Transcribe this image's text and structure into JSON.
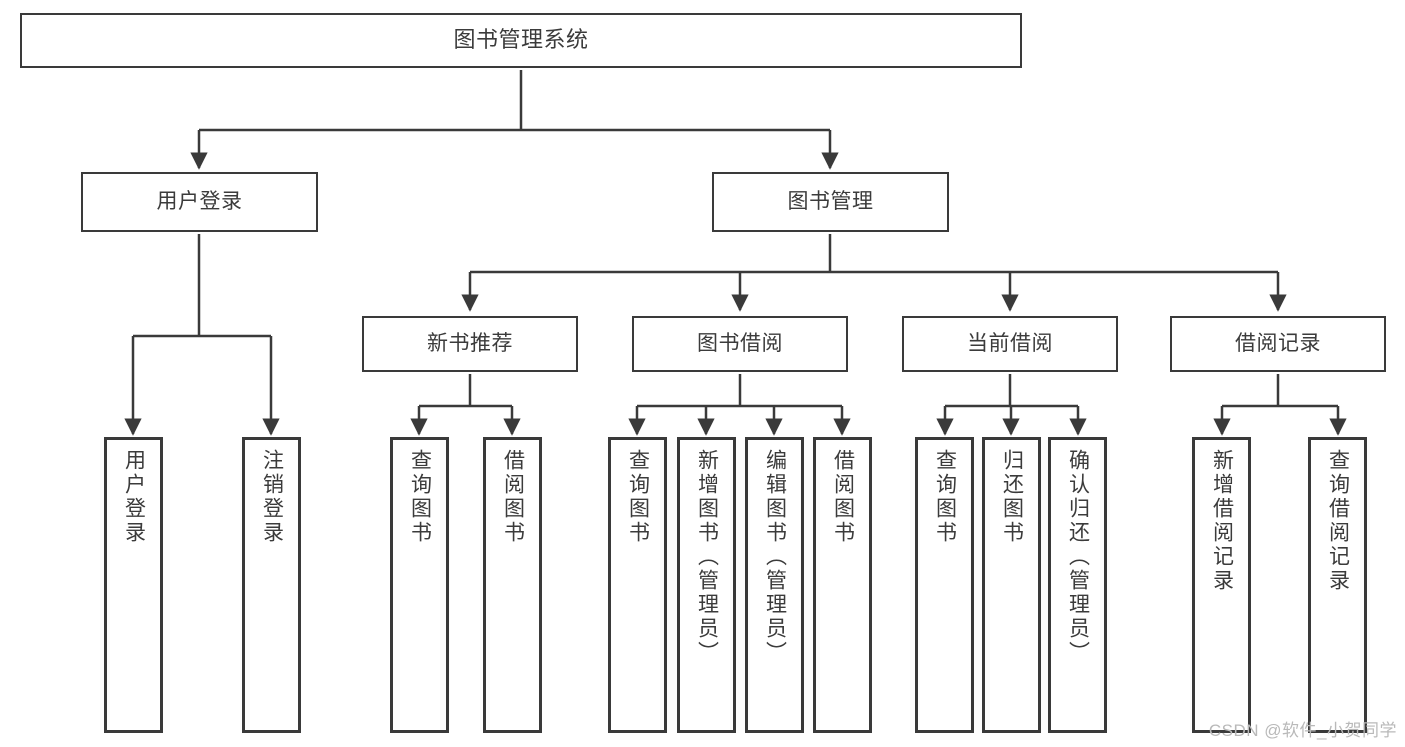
{
  "diagram": {
    "title": "图书管理系统",
    "type": "功能结构图",
    "line_color": "#3a3a3a",
    "box_fill": "#ffffff",
    "text_color": "#3b3b3b",
    "watermark_color": "#b9b9b9"
  },
  "watermark": "CSDN @软件_小贺同学",
  "root": {
    "label": "图书管理系统"
  },
  "level1": [
    {
      "label": "用户登录"
    },
    {
      "label": "图书管理"
    }
  ],
  "level2": [
    {
      "label": "新书推荐"
    },
    {
      "label": "图书借阅"
    },
    {
      "label": "当前借阅"
    },
    {
      "label": "借阅记录"
    }
  ],
  "leaves": {
    "user_login": [
      {
        "label": "用户登录"
      },
      {
        "label": "注销登录"
      }
    ],
    "new_book_recommend": [
      {
        "label": "查询图书"
      },
      {
        "label": "借阅图书"
      }
    ],
    "book_borrow": [
      {
        "label": "查询图书"
      },
      {
        "label": "新增图书（管理员）"
      },
      {
        "label": "编辑图书（管理员）"
      },
      {
        "label": "借阅图书"
      }
    ],
    "current_borrow": [
      {
        "label": "查询图书"
      },
      {
        "label": "归还图书"
      },
      {
        "label": "确认归还（管理员）"
      }
    ],
    "borrow_record": [
      {
        "label": "新增借阅记录"
      },
      {
        "label": "查询借阅记录"
      }
    ]
  }
}
